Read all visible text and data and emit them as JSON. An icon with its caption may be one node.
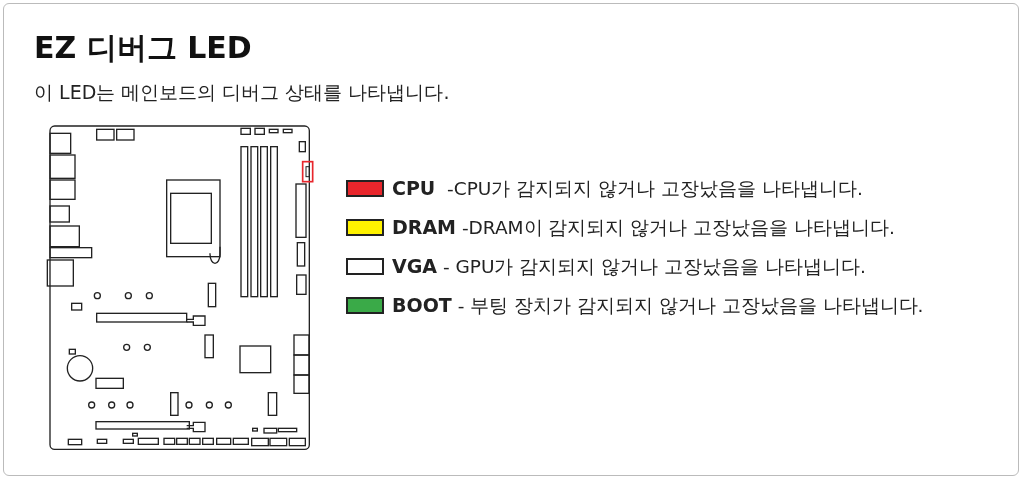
{
  "diagram": {
    "title": "EZ 디버그 LED",
    "labels": [
      "이 LED는 메인보드의 디버그 상태를 나타냅니다."
    ],
    "legend": [
      {
        "text": "**CPU**  -CPU가 감지되지 않거나 고장났음을 나타냅니다.",
        "color": "#e8262c"
      },
      {
        "text": "**DRAM** -DRAM이 감지되지 않거나 고장났음을 나타냅니다.",
        "color": "#fff200"
      },
      {
        "text": "**VGA** - GPU가 감지되지 않거나 고장났음을 나타냅니다.",
        "color": "#ffffff"
      },
      {
        "text": "**BOOT** - 부팅 장치가 감지되지 않거나 고장났음을 나타냅니다.",
        "color": "#3aaa48"
      }
    ]
  }
}
